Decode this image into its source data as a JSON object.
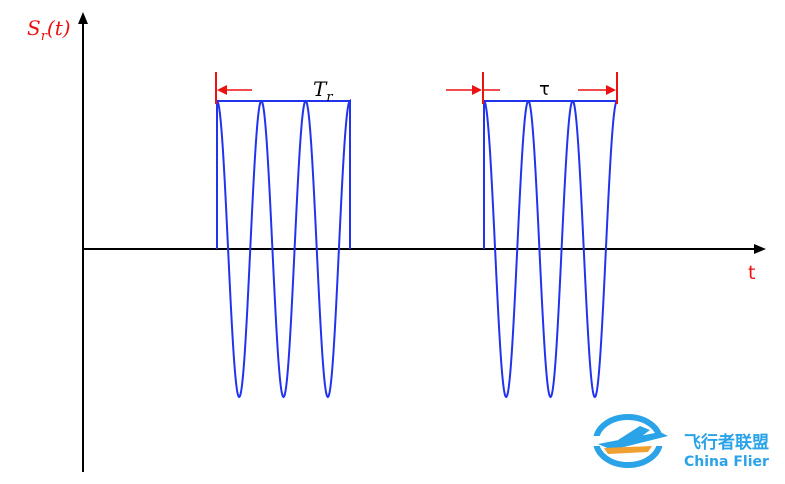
{
  "diagram": {
    "y_label_main": "S",
    "y_label_sub": "r",
    "y_label_arg": "(t)",
    "x_label": "t",
    "pulse1_label_main": "T",
    "pulse1_label_sub": "r",
    "pulse2_label": "τ",
    "pulse_cycles": 3,
    "pulse_count": 2
  },
  "watermark": {
    "cn_text": "飞行者联盟",
    "en_text": "China Flier"
  },
  "colors": {
    "axis": "#000000",
    "signal": "#2233ee",
    "annotation": "#ee1111",
    "watermark_blue": "#2aa3e8",
    "watermark_orange": "#f0a030"
  }
}
